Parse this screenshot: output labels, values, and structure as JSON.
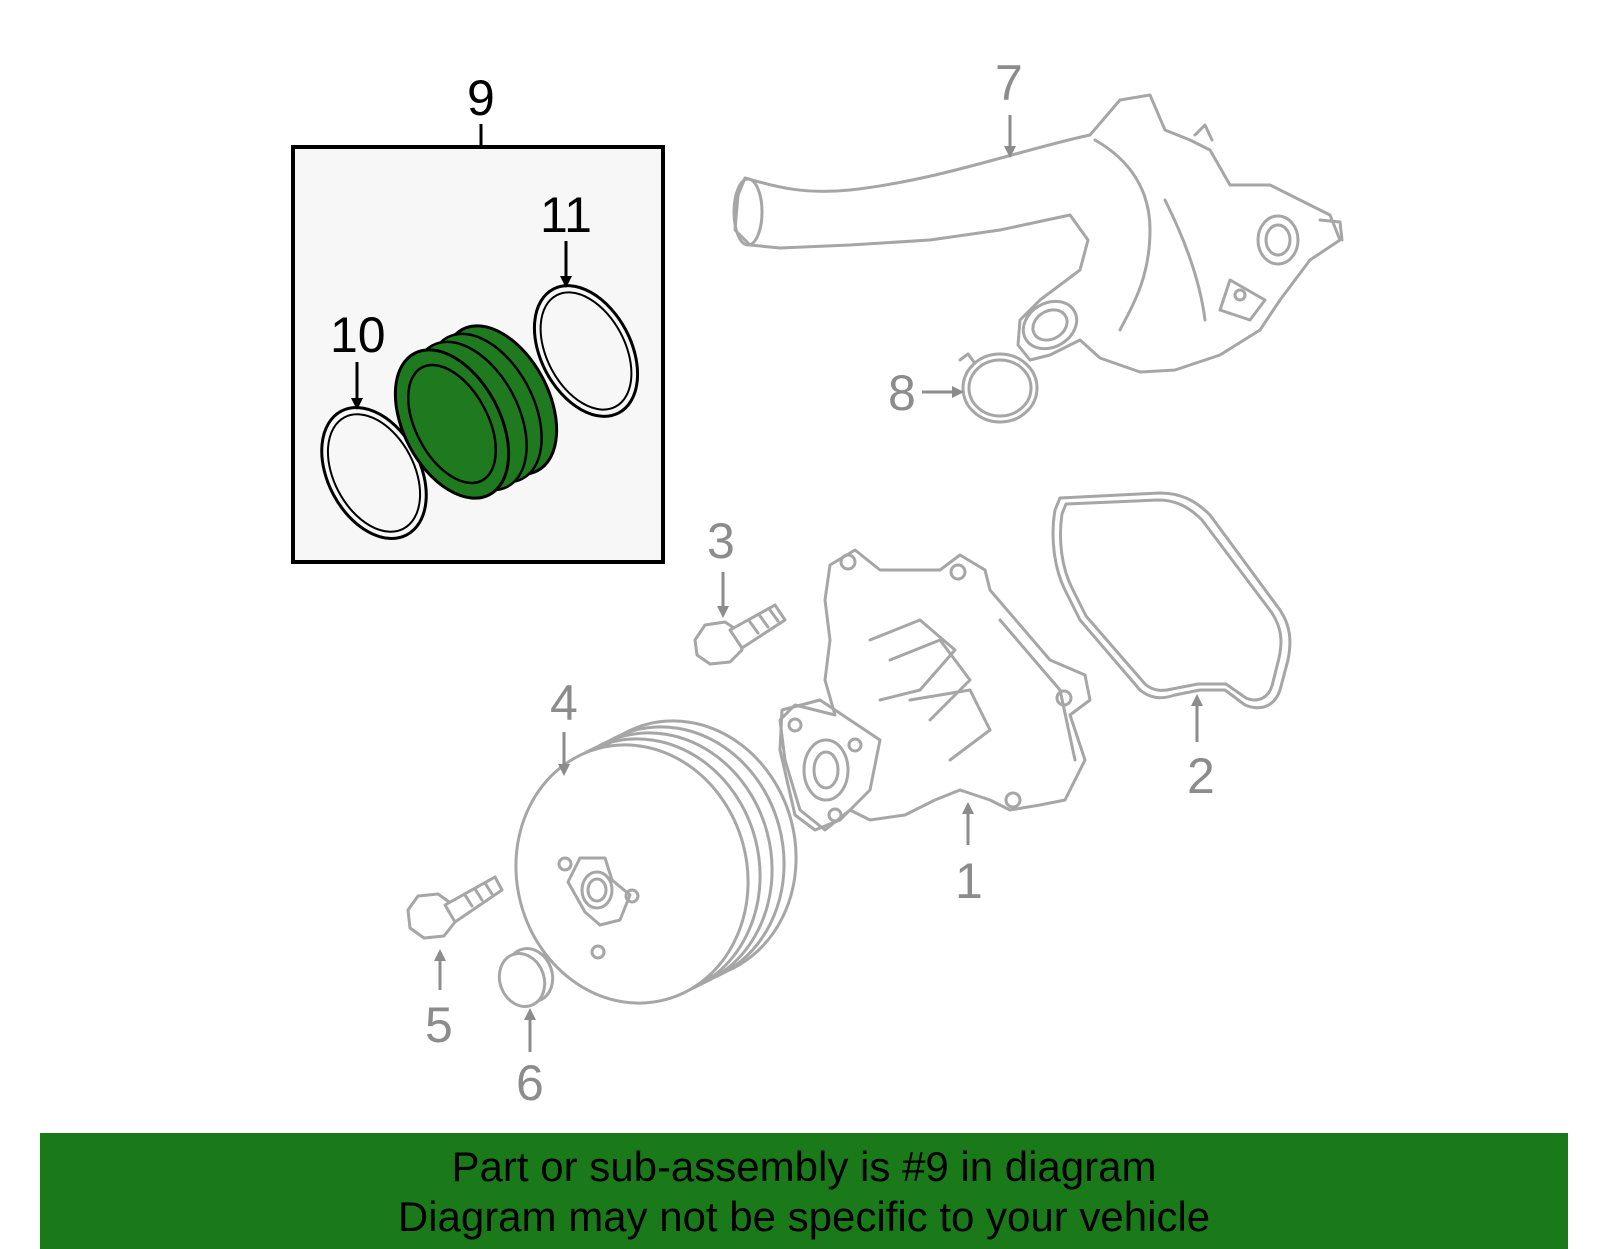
{
  "diagram": {
    "callouts": {
      "c1": "1",
      "c2": "2",
      "c3": "3",
      "c4": "4",
      "c5": "5",
      "c6": "6",
      "c7": "7",
      "c8": "8",
      "c9": "9",
      "c10": "10",
      "c11": "11"
    },
    "highlight_color": "#1f7a1f",
    "highlighted_part": "9"
  },
  "banner": {
    "line1": "Part or sub-assembly is #9 in diagram",
    "line2": "Diagram may not be specific to your vehicle",
    "background": "#1a7a1a"
  }
}
